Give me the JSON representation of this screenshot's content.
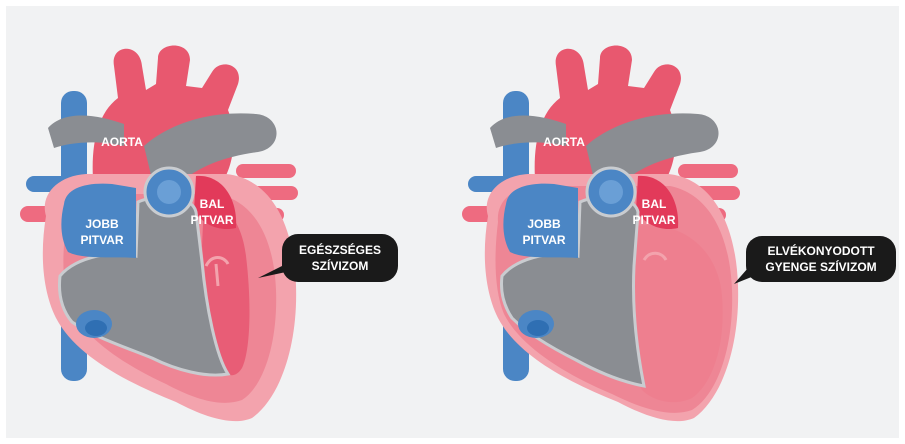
{
  "hearts": [
    {
      "variant": "healthy",
      "labels": {
        "aorta": "AORTA",
        "right_atrium": [
          "JOBB",
          "PITVAR"
        ],
        "left_atrium": [
          "BAL",
          "PITVAR"
        ],
        "callout": [
          "EGÉSZSÉGES",
          "SZÍVIZOM"
        ]
      }
    },
    {
      "variant": "thinned",
      "labels": {
        "aorta": "AORTA",
        "right_atrium": [
          "JOBB",
          "PITVAR"
        ],
        "left_atrium": [
          "BAL",
          "PITVAR"
        ],
        "callout": [
          "ELVÉKONYODOTT",
          "GYENGE SZÍVIZOM"
        ]
      }
    }
  ],
  "colors": {
    "background": "#f1f2f3",
    "outer_wall": "#f3a3ad",
    "muscle": "#ee8695",
    "chamber_red": "#e85d76",
    "artery": "#e8586f",
    "vein_blue": "#4b86c5",
    "vein_blue_light": "#6a9fd6",
    "septum_gray": "#8a8d92",
    "septum_outline": "#c9ccd0",
    "callout_bg": "#1a1a1a",
    "callout_text": "#ffffff"
  }
}
